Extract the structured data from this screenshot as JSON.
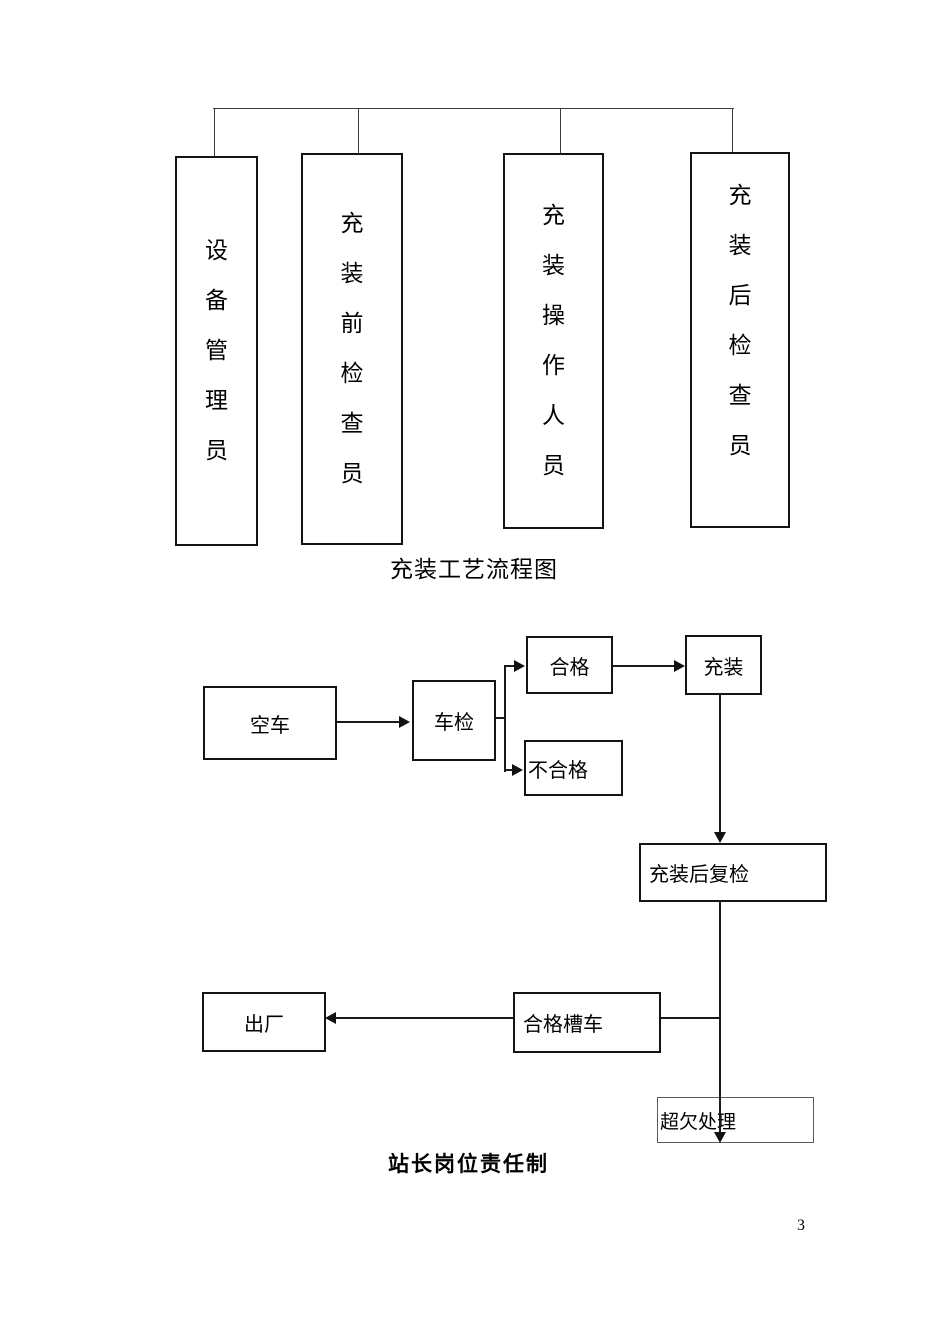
{
  "org_chart": {
    "roles": [
      {
        "label": "设备管理员"
      },
      {
        "label": "充装前检查员"
      },
      {
        "label": "充装操作人员"
      },
      {
        "label": "充装后检查员"
      }
    ],
    "caption": "充装工艺流程图"
  },
  "flowchart": {
    "empty_truck": "空车",
    "truck_check": "车检",
    "qualified": "合格",
    "unqualified": "不合格",
    "filling": "充装",
    "post_fill_recheck": "充装后复检",
    "qualified_tanker": "合格槽车",
    "exit_factory": "出厂",
    "over_under_handling": "超欠处理"
  },
  "section_title": "站长岗位责任制",
  "page": {
    "number": "3"
  }
}
